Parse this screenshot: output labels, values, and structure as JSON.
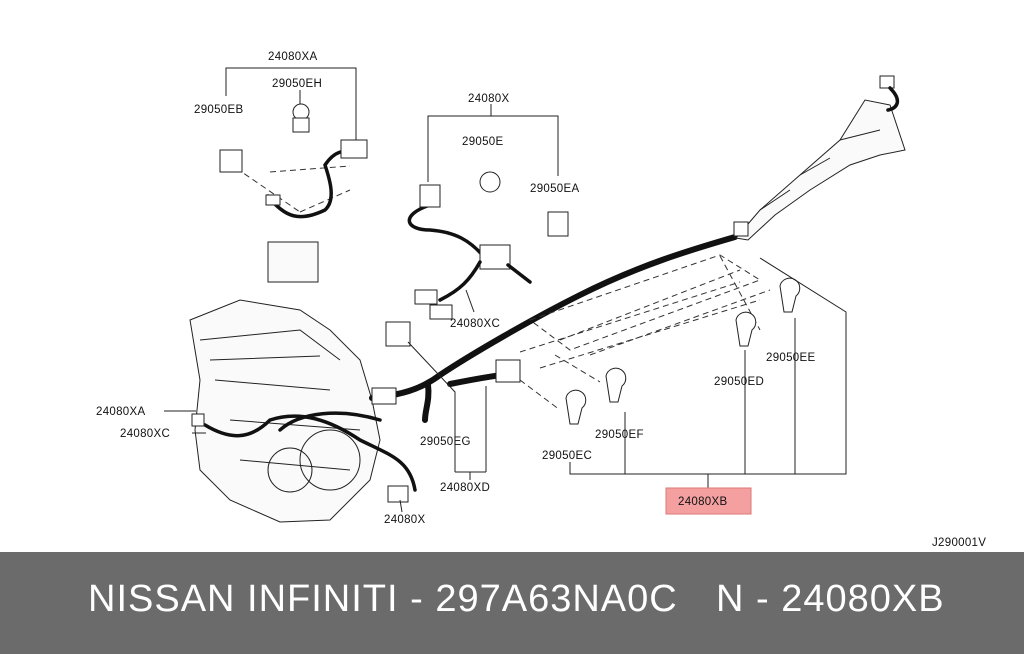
{
  "diagram": {
    "labels": {
      "l_24080xa_top": "24080XA",
      "l_29050eh": "29050EH",
      "l_29050eb": "29050EB",
      "l_24080x_top": "24080X",
      "l_29050e": "29050E",
      "l_29050ea": "29050EA",
      "l_24080xc_mid": "24080XC",
      "l_24080xa_left": "24080XA",
      "l_24080xc_left": "24080XC",
      "l_29050eg": "29050EG",
      "l_24080xd": "24080XD",
      "l_24080x_bottom": "24080X",
      "l_29050ec": "29050EC",
      "l_29050ef": "29050EF",
      "l_29050ed": "29050ED",
      "l_29050ee": "29050EE",
      "l_24080xb": "24080XB",
      "l_ref": "J290001V"
    },
    "highlight_color": "#f4a0a0"
  },
  "footer": {
    "left": "NISSAN  INFINITI - 297A63NA0C",
    "right": "N - 24080XB",
    "background": "#6b6b6b"
  }
}
